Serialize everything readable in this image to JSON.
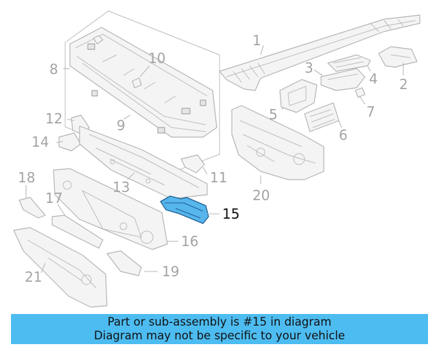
{
  "diagram": {
    "callouts": [
      "1",
      "2",
      "3",
      "4",
      "5",
      "6",
      "7",
      "8",
      "9",
      "10",
      "11",
      "12",
      "13",
      "14",
      "15",
      "16",
      "17",
      "18",
      "19",
      "20",
      "21"
    ],
    "highlighted": "15",
    "highlight_color": "#57b6ec"
  },
  "banner": {
    "line1": "Part or sub-assembly is #15 in diagram",
    "line2": "Diagram may not be specific to your vehicle",
    "color": "#4dbcf1"
  }
}
